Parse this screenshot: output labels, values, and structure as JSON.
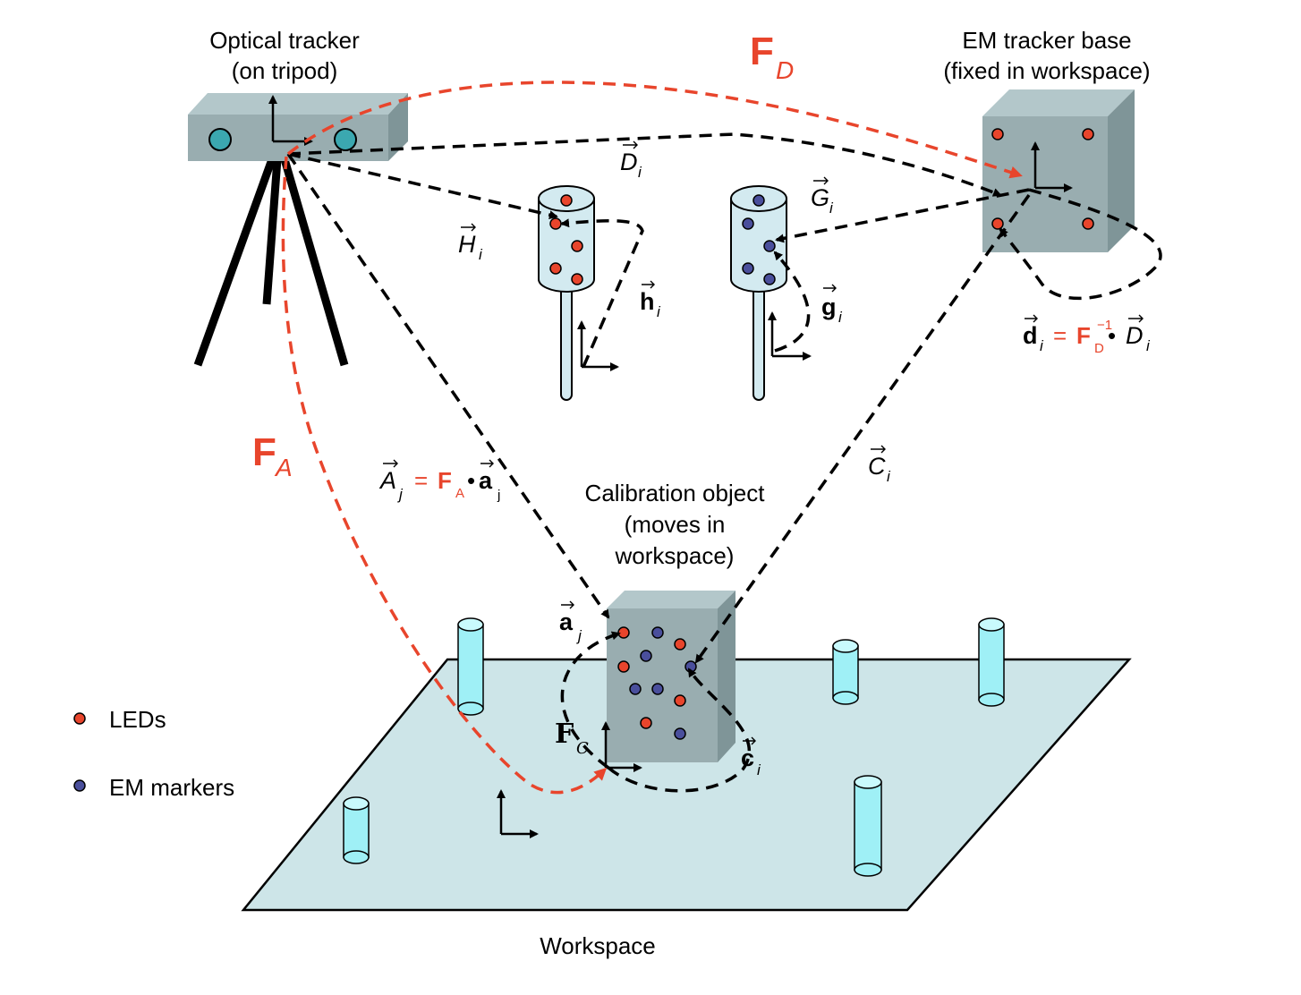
{
  "labels": {
    "optical_tracker_line1": "Optical tracker",
    "optical_tracker_line2": "(on tripod)",
    "em_base_line1": "EM tracker base",
    "em_base_line2": "(fixed in workspace)",
    "calib_line1": "Calibration object",
    "calib_line2": "(moves in",
    "calib_line3": "workspace)",
    "workspace": "Workspace"
  },
  "legend": {
    "leds": "LEDs",
    "em_markers": "EM markers"
  },
  "frames": {
    "F": "F",
    "FD_sub": "D",
    "FA_sub": "A",
    "FC_sub": "C"
  },
  "vectors": {
    "D": "D",
    "G": "G",
    "H": "H",
    "h": "h",
    "g": "g",
    "C": "C",
    "A": "A",
    "a": "a",
    "c": "c",
    "d": "d",
    "i": "i",
    "j": "j"
  },
  "equations": {
    "equals": "=",
    "dot": "•",
    "F_bold": "F",
    "D_upright": "D",
    "A_upright": "A",
    "inverse": "−1"
  },
  "colors": {
    "led": "#e8452c",
    "em_marker": "#4a4f9c",
    "device_gray": "#9eb4b8",
    "workspace": "#cde5e8",
    "pillar": "#9ff0f6",
    "red_path": "#e8452c"
  }
}
